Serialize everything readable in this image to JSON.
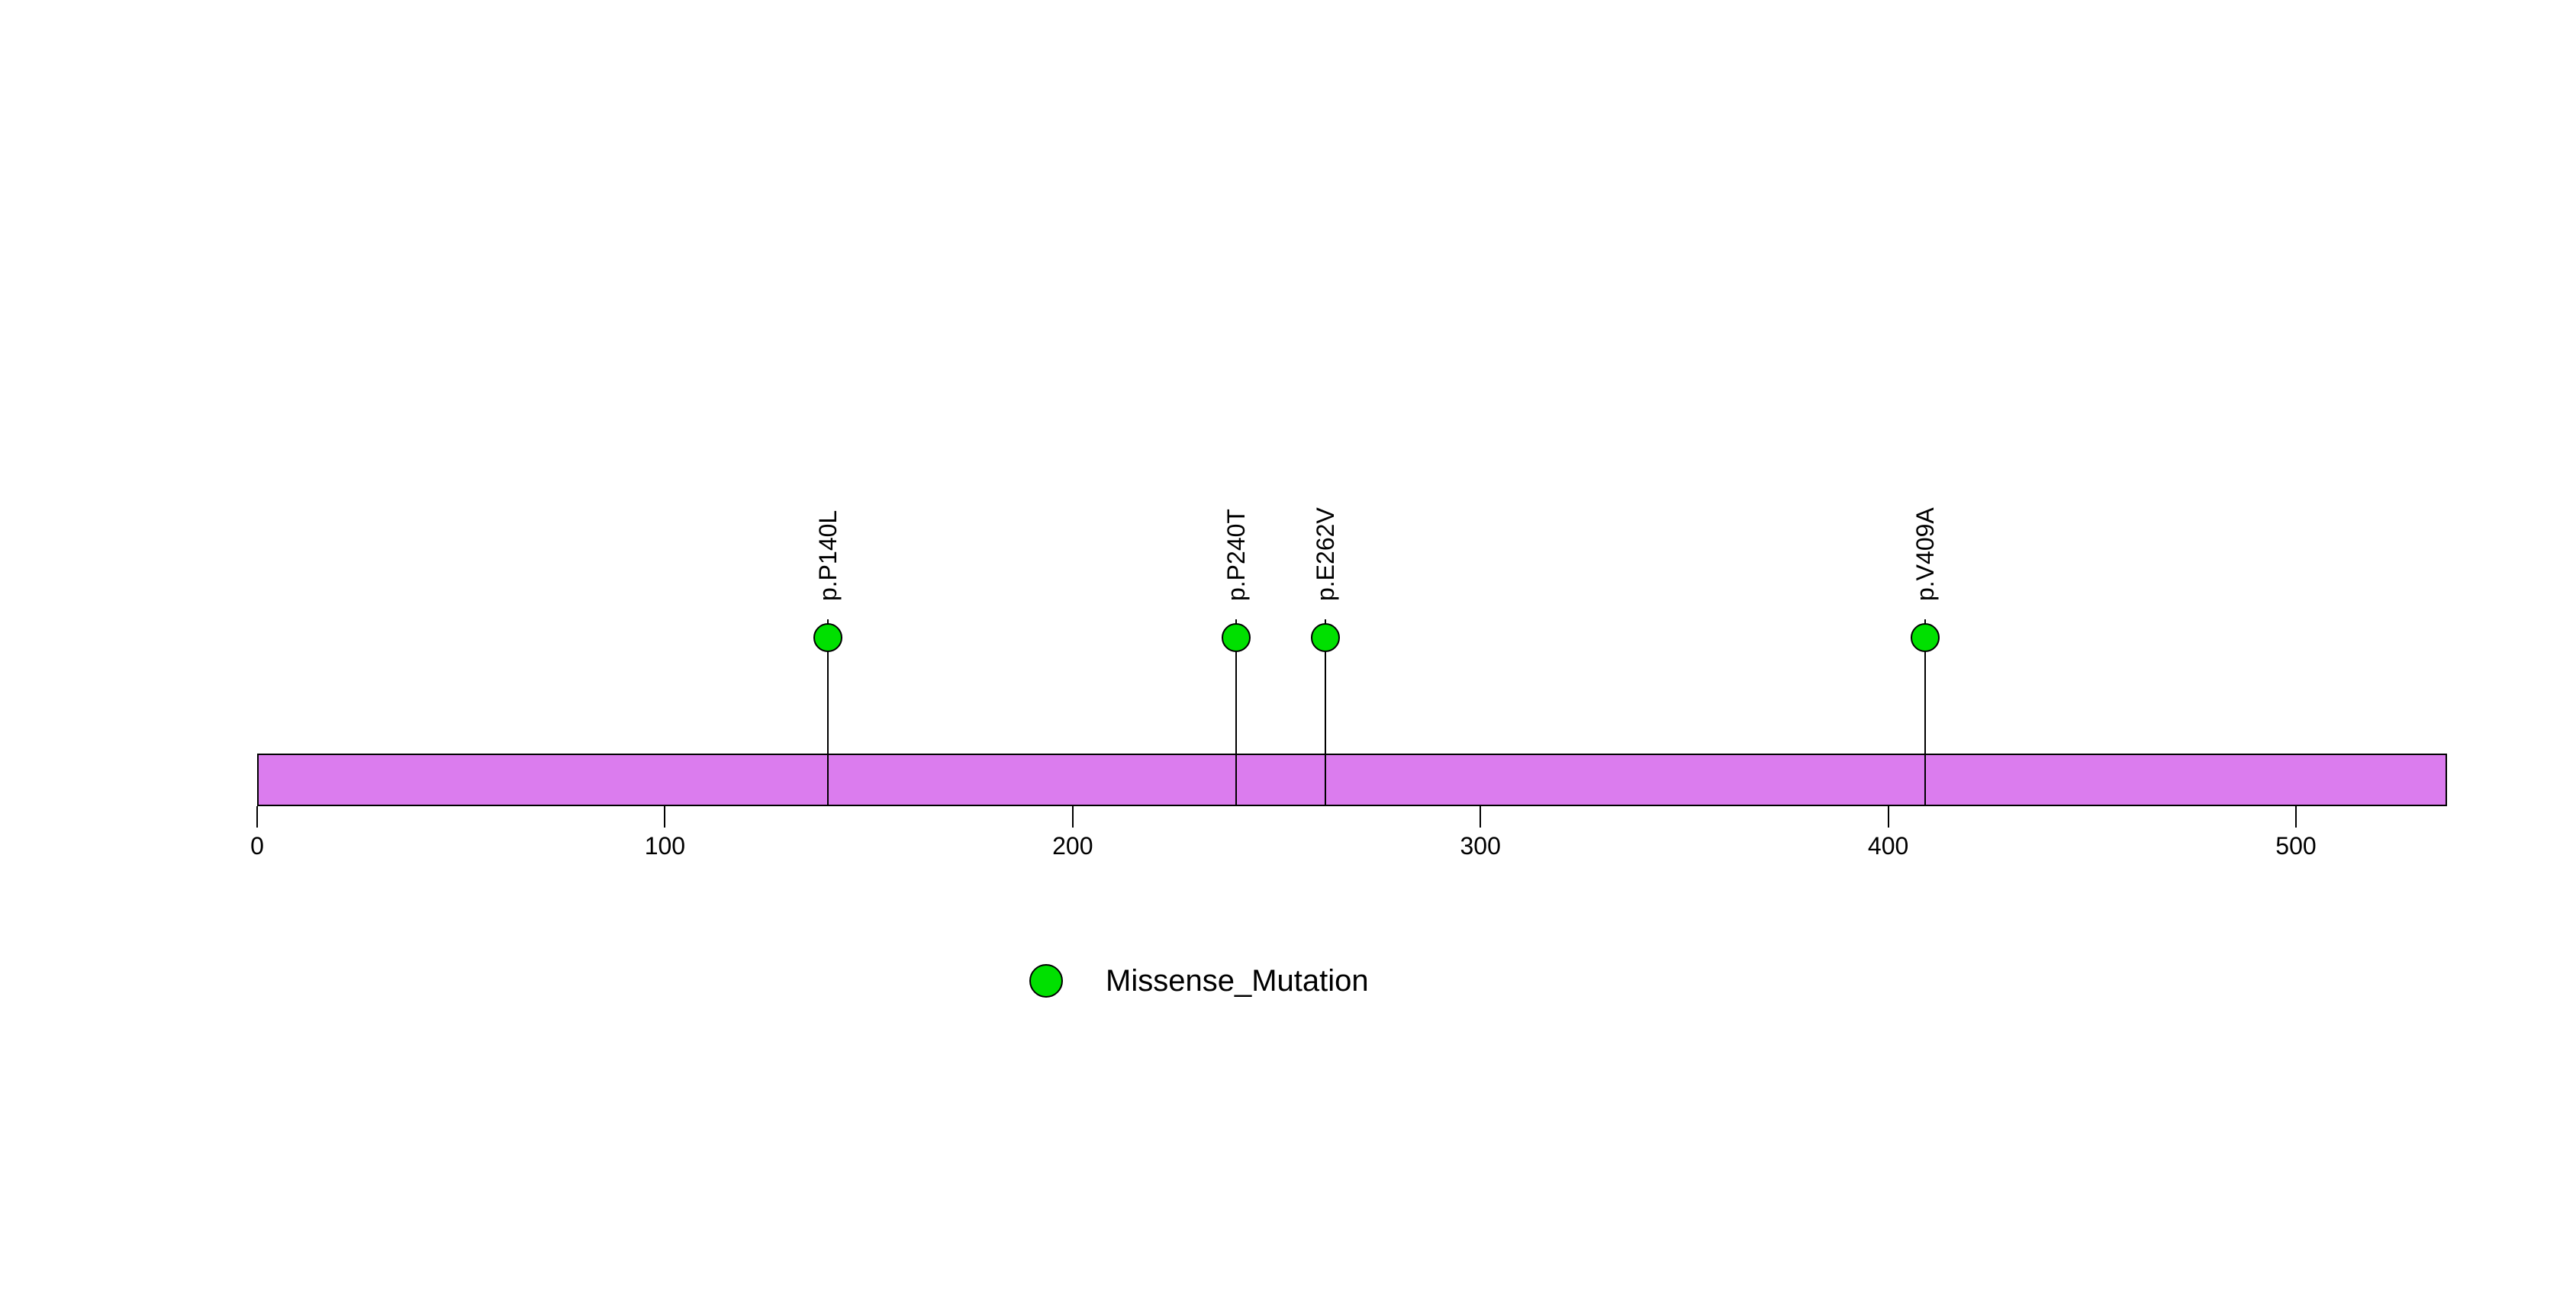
{
  "figure": {
    "background_color": "#ffffff"
  },
  "chart_data": {
    "type": "lollipop",
    "title": "",
    "xlabel": "",
    "ylabel": "",
    "protein_length_aa": 537,
    "xlim": [
      0,
      537
    ],
    "grid": false,
    "x_ticks": [
      {
        "value": 0,
        "label": "0"
      },
      {
        "value": 100,
        "label": "100"
      },
      {
        "value": 200,
        "label": "200"
      },
      {
        "value": 300,
        "label": "300"
      },
      {
        "value": 400,
        "label": "400"
      },
      {
        "value": 500,
        "label": "500"
      }
    ],
    "backbone": {
      "start_aa": 0,
      "end_aa": 537,
      "fill_color": "#DB7CEE",
      "stroke_color": "#000000"
    },
    "mutations": [
      {
        "label": "p.P140L",
        "aa_position": 140,
        "type": "Missense_Mutation",
        "fill_color": "#00E000"
      },
      {
        "label": "p.P240T",
        "aa_position": 240,
        "type": "Missense_Mutation",
        "fill_color": "#00E000"
      },
      {
        "label": "p.E262V",
        "aa_position": 262,
        "type": "Missense_Mutation",
        "fill_color": "#00E000"
      },
      {
        "label": "p.V409A",
        "aa_position": 409,
        "type": "Missense_Mutation",
        "fill_color": "#00E000"
      }
    ],
    "legend": {
      "position": "bottom-left-of-center",
      "items": [
        {
          "label": "Missense_Mutation",
          "marker": "circle",
          "color": "#00E000"
        }
      ]
    },
    "colors": {
      "mutation_fill": "#00E000",
      "backbone_fill": "#DB7CEE",
      "stroke": "#000000",
      "text": "#000000"
    }
  }
}
